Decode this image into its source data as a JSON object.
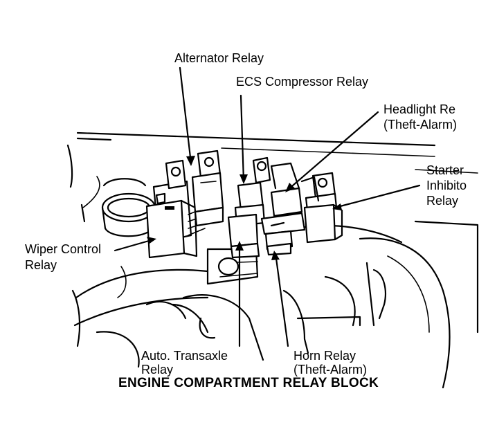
{
  "labels": {
    "alternator_relay": "Alternator Relay",
    "ecs_compressor_relay": "ECS Compressor Relay",
    "headlight_relay_line1": "Headlight Re",
    "headlight_relay_line2": "(Theft-Alarm)",
    "starter_inhibitor_line1": "Starter",
    "starter_inhibitor_line2": "Inhibito",
    "starter_inhibitor_line3": "Relay",
    "wiper_control_line1": "Wiper Control",
    "wiper_control_line2": "Relay",
    "auto_transaxle_line1": "Auto. Transaxle",
    "auto_transaxle_line2": "Relay",
    "horn_relay_line1": "Horn Relay",
    "horn_relay_line2": "(Theft-Alarm)"
  },
  "caption": "ENGINE COMPARTMENT RELAY BLOCK"
}
